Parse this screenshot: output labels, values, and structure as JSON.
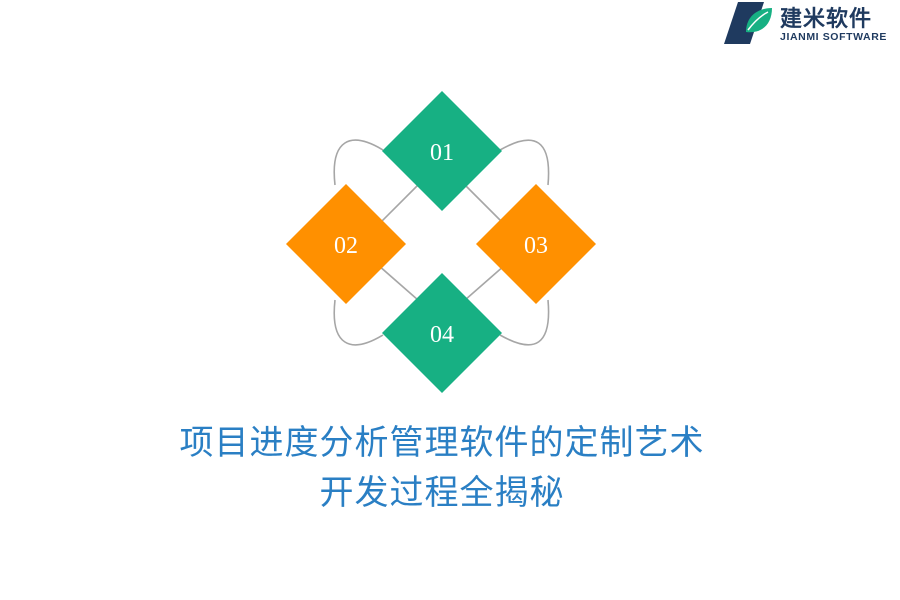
{
  "brand": {
    "name_cn": "建米软件",
    "name_en": "JIANMI SOFTWARE",
    "logo_icon": "jianmi-leaf-logo"
  },
  "diagram": {
    "items": [
      {
        "id": "01",
        "label": "01",
        "color": "#17b083"
      },
      {
        "id": "02",
        "label": "02",
        "color": "#ff9000"
      },
      {
        "id": "03",
        "label": "03",
        "color": "#ff9000"
      },
      {
        "id": "04",
        "label": "04",
        "color": "#17b083"
      }
    ],
    "ring_color": "#a6a6a6"
  },
  "title": {
    "line1": "项目进度分析管理软件的定制艺术",
    "line2": "开发过程全揭秘",
    "color": "#2a7fc4"
  }
}
